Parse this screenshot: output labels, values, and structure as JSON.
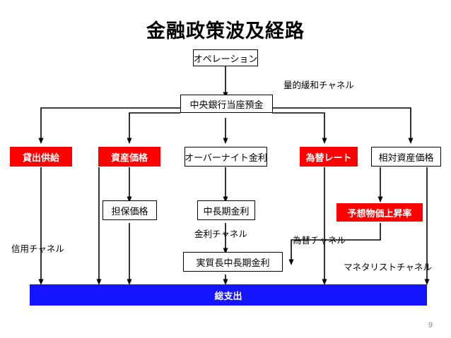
{
  "slide": {
    "title": "金融政策波及経路",
    "page_number": "9",
    "colors": {
      "red_box": "#ff0000",
      "blue_box": "#1414ff",
      "text": "#000000",
      "white": "#ffffff"
    }
  },
  "boxes": [
    {
      "id": "operation",
      "label": "オペレーション",
      "style": "plain"
    },
    {
      "id": "bojcurrent",
      "label": "中央銀行当座預金",
      "style": "plain"
    },
    {
      "id": "lending",
      "label": "貸出供給",
      "style": "red"
    },
    {
      "id": "assetprice",
      "label": "資産価格",
      "style": "red"
    },
    {
      "id": "overnight",
      "label": "オーバーナイト金利",
      "style": "plain"
    },
    {
      "id": "fx",
      "label": "為替レート",
      "style": "red"
    },
    {
      "id": "relativeasset",
      "label": "相対資産価格",
      "style": "plain"
    },
    {
      "id": "collateral",
      "label": "担保価格",
      "style": "plain"
    },
    {
      "id": "midlongrate",
      "label": "中長期金利",
      "style": "plain"
    },
    {
      "id": "expinflation",
      "label": "予想物価上昇率",
      "style": "red"
    },
    {
      "id": "reallongrate",
      "label": "実質長中長期金利",
      "style": "plain"
    },
    {
      "id": "totalspending",
      "label": "総支出",
      "style": "blue"
    }
  ],
  "channel_labels": [
    {
      "id": "quantitative",
      "label": "量的緩和チャネル"
    },
    {
      "id": "credit",
      "label": "信用チャネル"
    },
    {
      "id": "interestrate",
      "label": "金利チャネル"
    },
    {
      "id": "fxchannel",
      "label": "為替チャネル"
    },
    {
      "id": "monetarist",
      "label": "マネタリストチャネル"
    }
  ]
}
